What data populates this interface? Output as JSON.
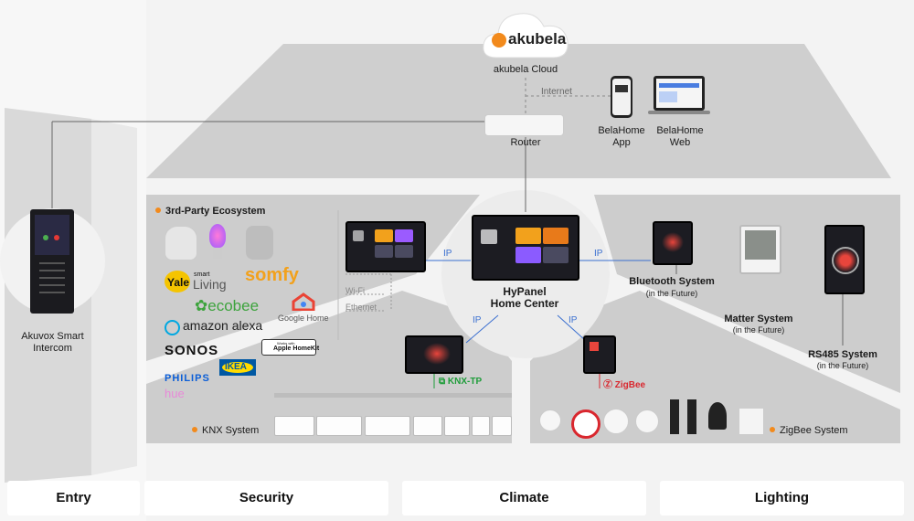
{
  "cloud": {
    "logo_text": "akubela",
    "caption": "akubela Cloud"
  },
  "internet_label": "Internet",
  "router_label": "Router",
  "app": {
    "line1": "BelaHome",
    "line2": "App"
  },
  "web": {
    "line1": "BelaHome",
    "line2": "Web"
  },
  "intercom": {
    "line1": "Akuvox Smart",
    "line2": "Intercom"
  },
  "ecosystem": {
    "title": "3rd-Party Ecosystem",
    "brands": {
      "yale": "Yale",
      "yale_smart": "smart",
      "yale_living": "Living",
      "somfy": "somfy",
      "ecobee": "ecobee",
      "google_home": "Google Home",
      "alexa": "amazon alexa",
      "sonos": "SONOS",
      "homekit_small": "Works with",
      "homekit": "Apple HomeKit",
      "philips": "PHILIPS",
      "ikea": "IKEA",
      "hue": "hue"
    },
    "wifi": "Wi-Fi",
    "ethernet": "Ethernet"
  },
  "ip_labels": [
    "IP",
    "IP",
    "IP",
    "IP"
  ],
  "center": {
    "line1": "HyPanel",
    "line2": "Home Center"
  },
  "bluetooth": {
    "title": "Bluetooth System",
    "sub": "(in the Future)"
  },
  "matter": {
    "title": "Matter System",
    "sub": "(in the Future)"
  },
  "rs485": {
    "title": "RS485 System",
    "sub": "(in the Future)"
  },
  "knx": {
    "tp_label": "KNX-TP",
    "system": "KNX System"
  },
  "zigbee": {
    "tag": "ZigBee",
    "system": "ZigBee System"
  },
  "categories": [
    "Entry",
    "Security",
    "Climate",
    "Lighting"
  ],
  "colors": {
    "accent_orange": "#f28a1c",
    "ip_blue": "#3a6fd0",
    "knx_green": "#1f9d3a",
    "zigbee_red": "#d9272e"
  }
}
